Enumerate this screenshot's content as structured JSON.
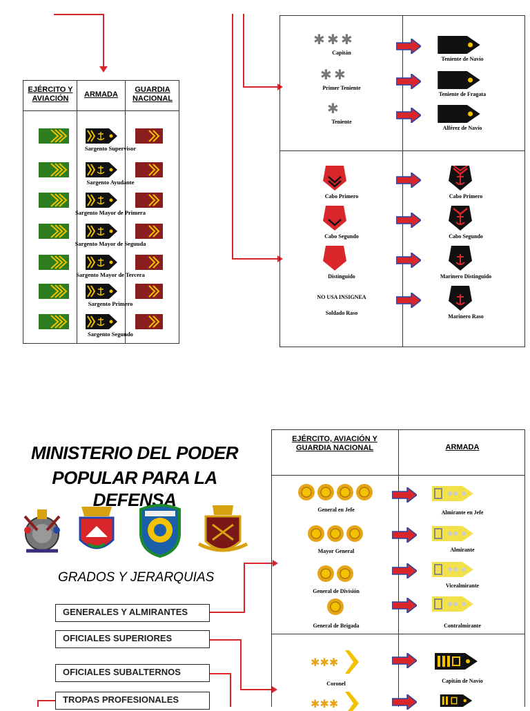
{
  "top_left_table": {
    "headers": [
      "EJÉRCITO Y AVIACIÓN",
      "ARMADA",
      "GUARDIA NACIONAL"
    ],
    "ranks": [
      "Sargento Supervisor",
      "Sargento Ayudante",
      "Sargento Mayor de Primera",
      "Sargento Mayor de Seguuda",
      "Sargento Mayor de Tercera",
      "Sargento Primero",
      "Sargento Segundo"
    ]
  },
  "top_right_table": {
    "upper_left": [
      "Capitán",
      "Primer Teniente",
      "Teniente"
    ],
    "upper_right": [
      "Teniente de Navío",
      "Teniente de Fragata",
      "Alférez de Navío"
    ],
    "lower_left": [
      "Cabo Primero",
      "Cabo Segundo",
      "Distinguido",
      "NO USA INSIGNEA",
      "Soldado Raso"
    ],
    "lower_right": [
      "Cabo Primero",
      "Cabo Segundo",
      "Marinero Distinguido",
      "Marinero Raso"
    ]
  },
  "ministry": {
    "line1": "MINISTERIO DEL PODER",
    "line2": "POPULAR PARA LA DEFENSA",
    "subtitle": "GRADOS Y JERARQUIAS"
  },
  "categories": [
    "GENERALES Y ALMIRANTES",
    "OFICIALES SUPERIORES",
    "OFICIALES SUBALTERNOS",
    "TROPAS PROFESIONALES"
  ],
  "bottom_table": {
    "headers": [
      "EJÉRCITO, AVIACIÓN Y GUARDIA NACIONAL",
      "ARMADA"
    ],
    "generals": [
      "General en Jefe",
      "Mayor General",
      "General de División",
      "General de Brigada"
    ],
    "admirals": [
      "Almirante en Jefe",
      "Almirante",
      "Vicealmirante",
      "Contralmirante"
    ],
    "superiors_left": [
      "Coronel"
    ],
    "superiors_right": [
      "Capitán de Navío"
    ]
  },
  "colors": {
    "red": "#d9262b",
    "green": "#2e7d1f",
    "gold": "#f2c200",
    "dark": "#111111"
  }
}
